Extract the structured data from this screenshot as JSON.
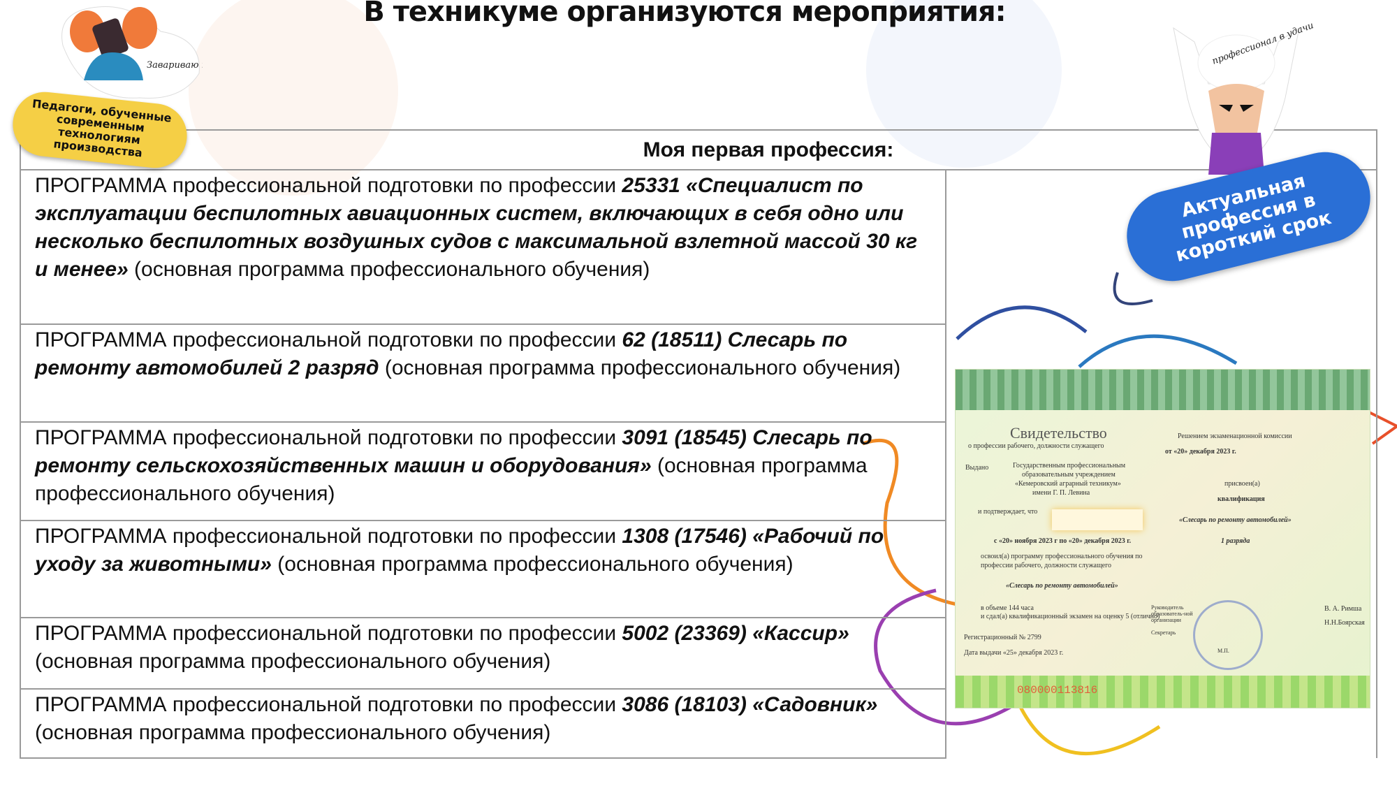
{
  "title": "В техникуме организуются мероприятия:",
  "sticker_left": {
    "text": "Педагоги, обученные современным технологиям производства",
    "handwritten": "Завариваю не только чай"
  },
  "sticker_right": {
    "text": "Актуальная профессия в короткий срок",
    "handwritten": "профессионал в удачи"
  },
  "table": {
    "header": "Моя первая профессия:",
    "rows": [
      {
        "prefix": "ПРОГРАММА профессиональной подготовки по профессии ",
        "bold": "25331 «Специалист по эксплуатации беспилотных авиационных систем, включающих в себя одно или несколько беспилотных воздушных судов с максимальной взлетной массой 30 кг и менее»",
        "suffix": " (основная программа профессионального обучения)"
      },
      {
        "prefix": "ПРОГРАММА профессиональной подготовки по профессии ",
        "bold": "62 (18511) Слесарь по ремонту автомобилей 2 разряд",
        "suffix": " (основная программа профессионального обучения)"
      },
      {
        "prefix": "ПРОГРАММА профессиональной подготовки по профессии ",
        "bold": "3091 (18545) Слесарь по ремонту сельскохозяйственных машин и оборудования»",
        "suffix": " (основная программа профессионального обучения)"
      },
      {
        "prefix": "ПРОГРАММА профессиональной подготовки по профессии ",
        "bold": "1308 (17546) «Рабочий по уходу за животными»",
        "suffix": " (основная программа профессионального обучения)"
      },
      {
        "prefix": "ПРОГРАММА профессиональной подготовки по профессии ",
        "bold": "5002 (23369) «Кассир»",
        "suffix": " (основная программа профессионального обучения)"
      },
      {
        "prefix": "ПРОГРАММА профессиональной подготовки по профессии ",
        "bold": "3086 (18103) «Садовник»",
        "suffix": " (основная программа профессионального обучения)"
      }
    ]
  },
  "certificate": {
    "title": "Свидетельство",
    "subtitle": "о профессии рабочего, должности служащего",
    "issued_label": "Выдано",
    "issuer": [
      "Государственным профессиональным",
      "образовательным учреждением",
      "«Кемеровский аграрный техникум»",
      "имени Г. П. Левина"
    ],
    "confirms": "и подтверждает, что",
    "period": "с «20» ноября 2023 г   по «20» декабря 2023 г.",
    "mastered": [
      "освоил(а) программу профессионального обучения по",
      "профессии рабочего, должности служащего"
    ],
    "profession": "«Слесарь по ремонту автомобилей»",
    "volume": "в объеме 144 часа",
    "exam": "и сдал(а) квалификационный экзамен на оценку 5 (отлично)",
    "reg": "Регистрационный №  2799",
    "date": "Дата выдачи «25» декабря 2023 г.",
    "serial": "080000113816",
    "decision": "Решением  экзаменационной комиссии",
    "decision_date": "от   «20» декабря  2023 г.",
    "assigned": "присвоен(а)",
    "qual_label": "квалификация",
    "qualification": "«Слесарь по ремонту автомобилей»",
    "grade": "1 разряда",
    "head_label": "Руководитель образователь-ной организации",
    "secretary_label": "Секретарь",
    "mp": "М.П.",
    "head_name": "В. А. Римша",
    "secretary_name": "Н.Н.Боярская"
  }
}
